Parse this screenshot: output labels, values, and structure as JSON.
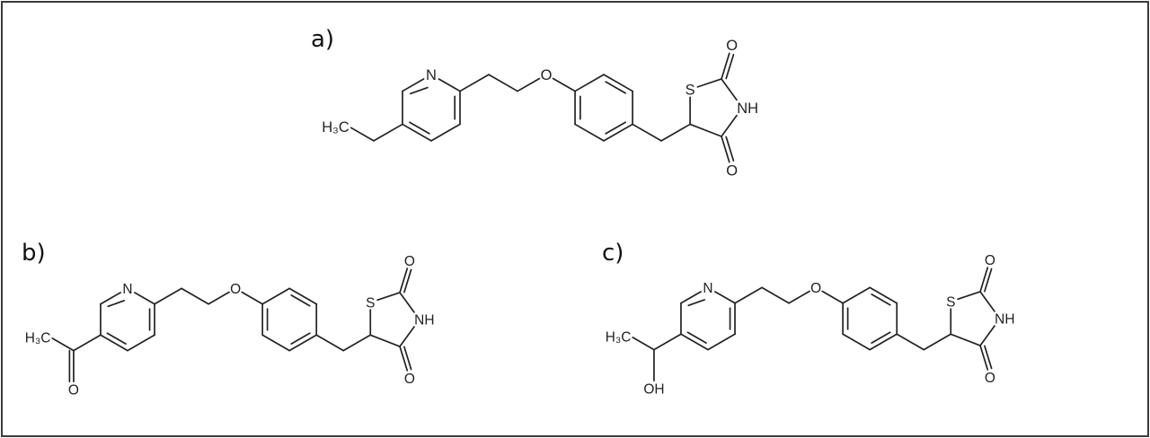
{
  "panels": [
    {
      "label": "a)",
      "substituent": "ethyl",
      "atoms": {
        "ring_n": "N",
        "ether_o": "O",
        "s": "S",
        "nh": "NH",
        "o2": "O",
        "o4": "O",
        "methyl": "H₃C"
      }
    },
    {
      "label": "b)",
      "substituent": "acetyl",
      "atoms": {
        "ring_n": "N",
        "ether_o": "O",
        "s": "S",
        "nh": "NH",
        "o2": "O",
        "o4": "O",
        "methyl": "H₃C",
        "sub_o": "O"
      }
    },
    {
      "label": "c)",
      "substituent": "hydroxyethyl",
      "atoms": {
        "ring_n": "N",
        "ether_o": "O",
        "s": "S",
        "nh": "NH",
        "o2": "O",
        "o4": "O",
        "methyl": "H₃C",
        "sub_oh": "OH"
      }
    }
  ],
  "colors": {
    "ink": "#222222",
    "border": "#3a3a3a",
    "background": "#ffffff"
  }
}
